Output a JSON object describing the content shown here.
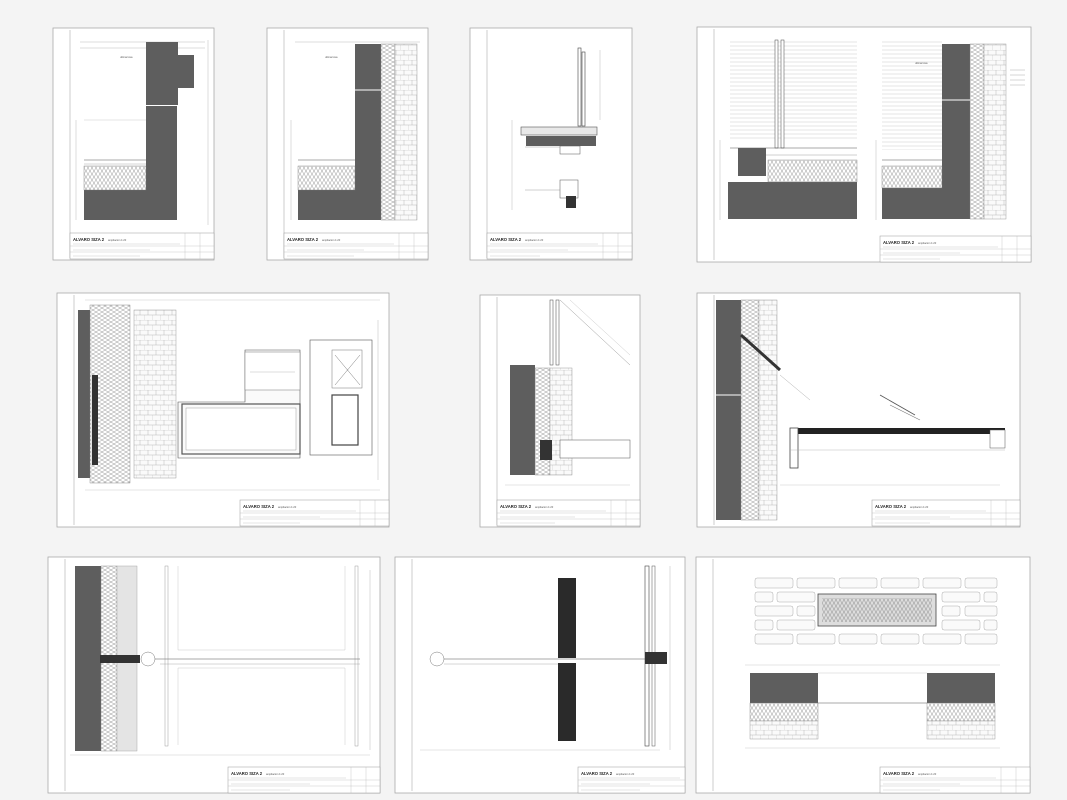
{
  "sheets": [
    {
      "id": "sheet-1",
      "title": "ALVARO SIZA 2",
      "subtitle": "ampliacion 1:20",
      "label": "ultima losa"
    },
    {
      "id": "sheet-2",
      "title": "ALVARO SIZA 2",
      "subtitle": "ampliacion 1:20",
      "label": "ultima losa"
    },
    {
      "id": "sheet-3",
      "title": "ALVARO SIZA 2",
      "subtitle": "ampliacion 1:20",
      "label": ""
    },
    {
      "id": "sheet-4",
      "title": "ALVARO SIZA 2",
      "subtitle": "ampliacion 1:20",
      "label": "ultima losa"
    },
    {
      "id": "sheet-5",
      "title": "ALVARO SIZA 2",
      "subtitle": "ampliacion 1:20",
      "label": ""
    },
    {
      "id": "sheet-6",
      "title": "ALVARO SIZA 2",
      "subtitle": "ampliacion 1:20",
      "label": ""
    },
    {
      "id": "sheet-7",
      "title": "ALVARO SIZA 2",
      "subtitle": "ampliacion 1:20",
      "label": ""
    },
    {
      "id": "sheet-8",
      "title": "ALVARO SIZA 2",
      "subtitle": "ampliacion 1:20",
      "label": ""
    },
    {
      "id": "sheet-9",
      "title": "ALVARO SIZA 2",
      "subtitle": "ampliacion 1:20",
      "label": ""
    },
    {
      "id": "sheet-10",
      "title": "ALVARO SIZA 2",
      "subtitle": "ampliacion 1:20",
      "label": ""
    }
  ],
  "colors": {
    "background": "#f4f4f4",
    "paper": "#ffffff",
    "concrete": "#5e5e5e",
    "dark_element": "#2a2a2a",
    "line": "#555555",
    "light_line": "#bbbbbb"
  }
}
